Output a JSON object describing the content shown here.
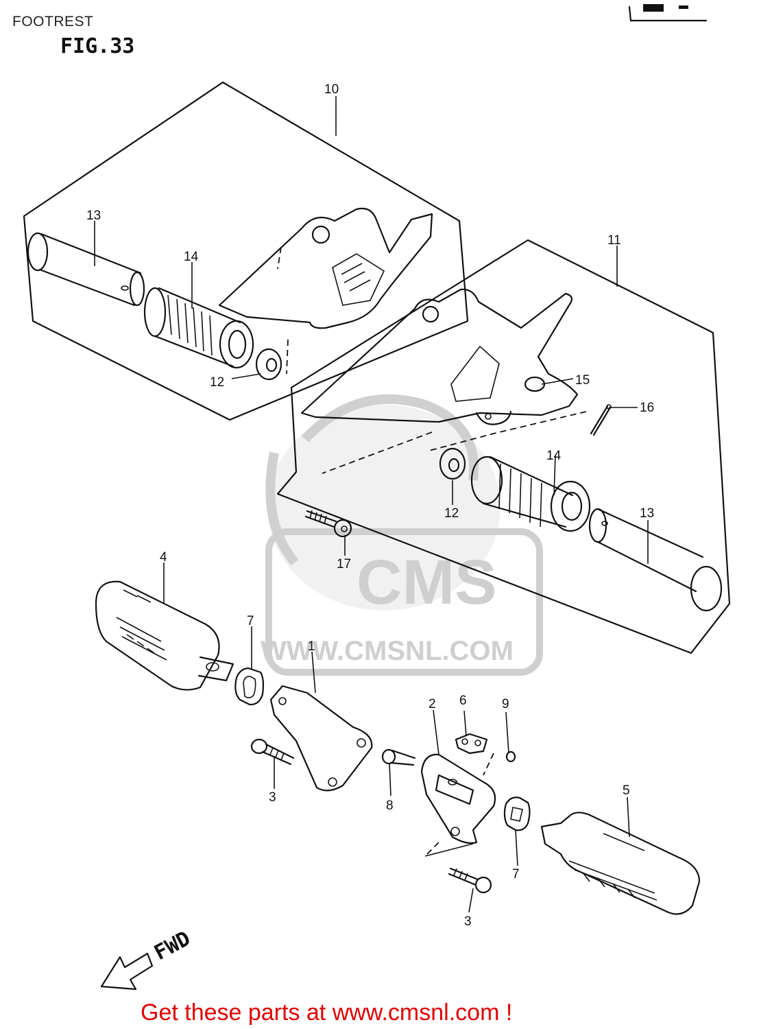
{
  "page": {
    "title": "FOOTREST",
    "figure_label": "FIG.33",
    "direction_label": "FWD",
    "footer_link": "Get these parts at www.cmsnl.com !"
  },
  "watermark": {
    "brand": "CMS",
    "url": "WWW.CMSNL.COM"
  },
  "callouts": [
    {
      "id": "c10",
      "text": "10"
    },
    {
      "id": "c13a",
      "text": "13"
    },
    {
      "id": "c14a",
      "text": "14"
    },
    {
      "id": "c12a",
      "text": "12"
    },
    {
      "id": "c11",
      "text": "11"
    },
    {
      "id": "c15",
      "text": "15"
    },
    {
      "id": "c16",
      "text": "16"
    },
    {
      "id": "c14b",
      "text": "14"
    },
    {
      "id": "c12b",
      "text": "12"
    },
    {
      "id": "c13b",
      "text": "13"
    },
    {
      "id": "c17",
      "text": "17"
    },
    {
      "id": "c4",
      "text": "4"
    },
    {
      "id": "c7a",
      "text": "7"
    },
    {
      "id": "c1",
      "text": "1"
    },
    {
      "id": "c3a",
      "text": "3"
    },
    {
      "id": "c2",
      "text": "2"
    },
    {
      "id": "c6",
      "text": "6"
    },
    {
      "id": "c9",
      "text": "9"
    },
    {
      "id": "c8",
      "text": "8"
    },
    {
      "id": "c5",
      "text": "5"
    },
    {
      "id": "c7b",
      "text": "7"
    },
    {
      "id": "c3b",
      "text": "3"
    }
  ],
  "colors": {
    "footer_link": "#e00000",
    "line": "#111111",
    "watermark": "#d0d0d0"
  }
}
